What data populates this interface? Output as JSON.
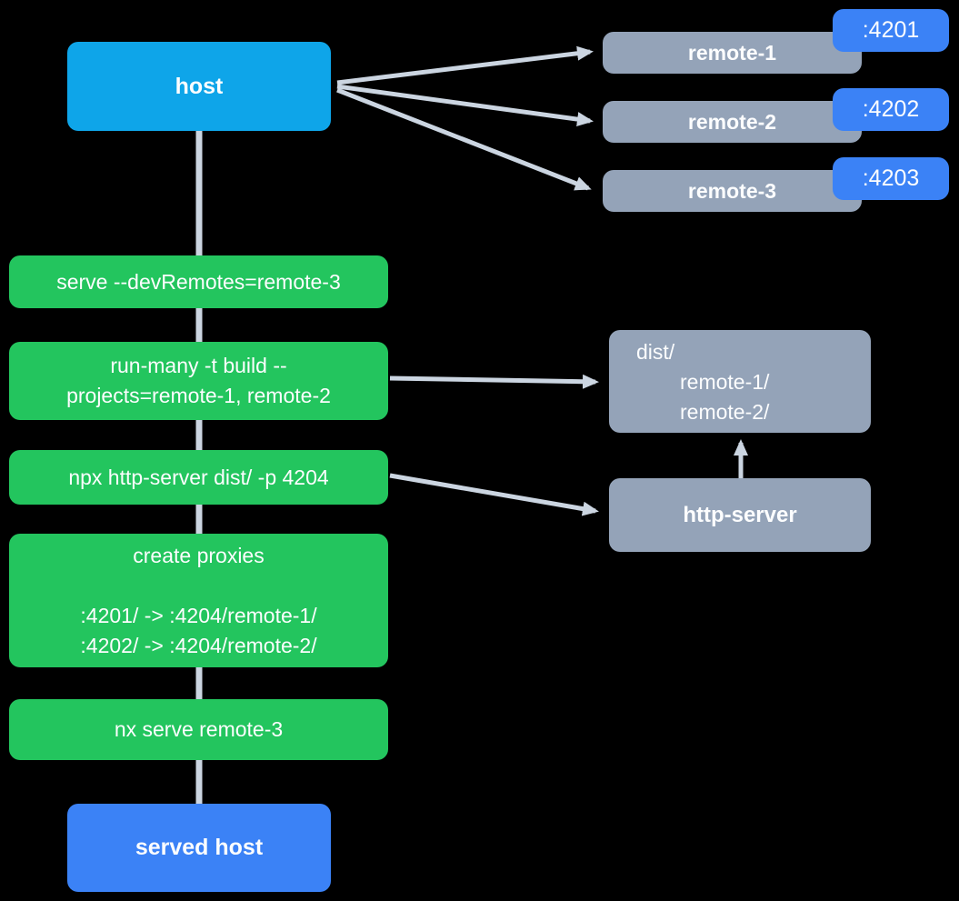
{
  "colors": {
    "background": "#000000",
    "host_blue": "#0ea5e9",
    "accent_blue": "#3b82f6",
    "green": "#23c55e",
    "gray": "#94a3b8",
    "arrow": "#cbd5e1",
    "text": "#fcfdfe"
  },
  "host": {
    "label": "host"
  },
  "remotes": [
    {
      "label": "remote-1",
      "port": ":4201"
    },
    {
      "label": "remote-2",
      "port": ":4202"
    },
    {
      "label": "remote-3",
      "port": ":4203"
    }
  ],
  "steps": {
    "serve_dev_remotes": "serve --devRemotes=remote-3",
    "run_many_line1": "run-many -t build --",
    "run_many_line2": "projects=remote-1, remote-2",
    "http_server_cmd": "npx http-server dist/ -p 4204",
    "create_proxies_title": "create proxies",
    "proxy_rule_1": ":4201/ -> :4204/remote-1/",
    "proxy_rule_2": ":4202/ -> :4204/remote-2/",
    "nx_serve_remote_3": "nx serve remote-3"
  },
  "dist_folder": {
    "root": "dist/",
    "child_1": "remote-1/",
    "child_2": "remote-2/"
  },
  "http_server": {
    "label": "http-server"
  },
  "served_host": {
    "label": "served host"
  }
}
